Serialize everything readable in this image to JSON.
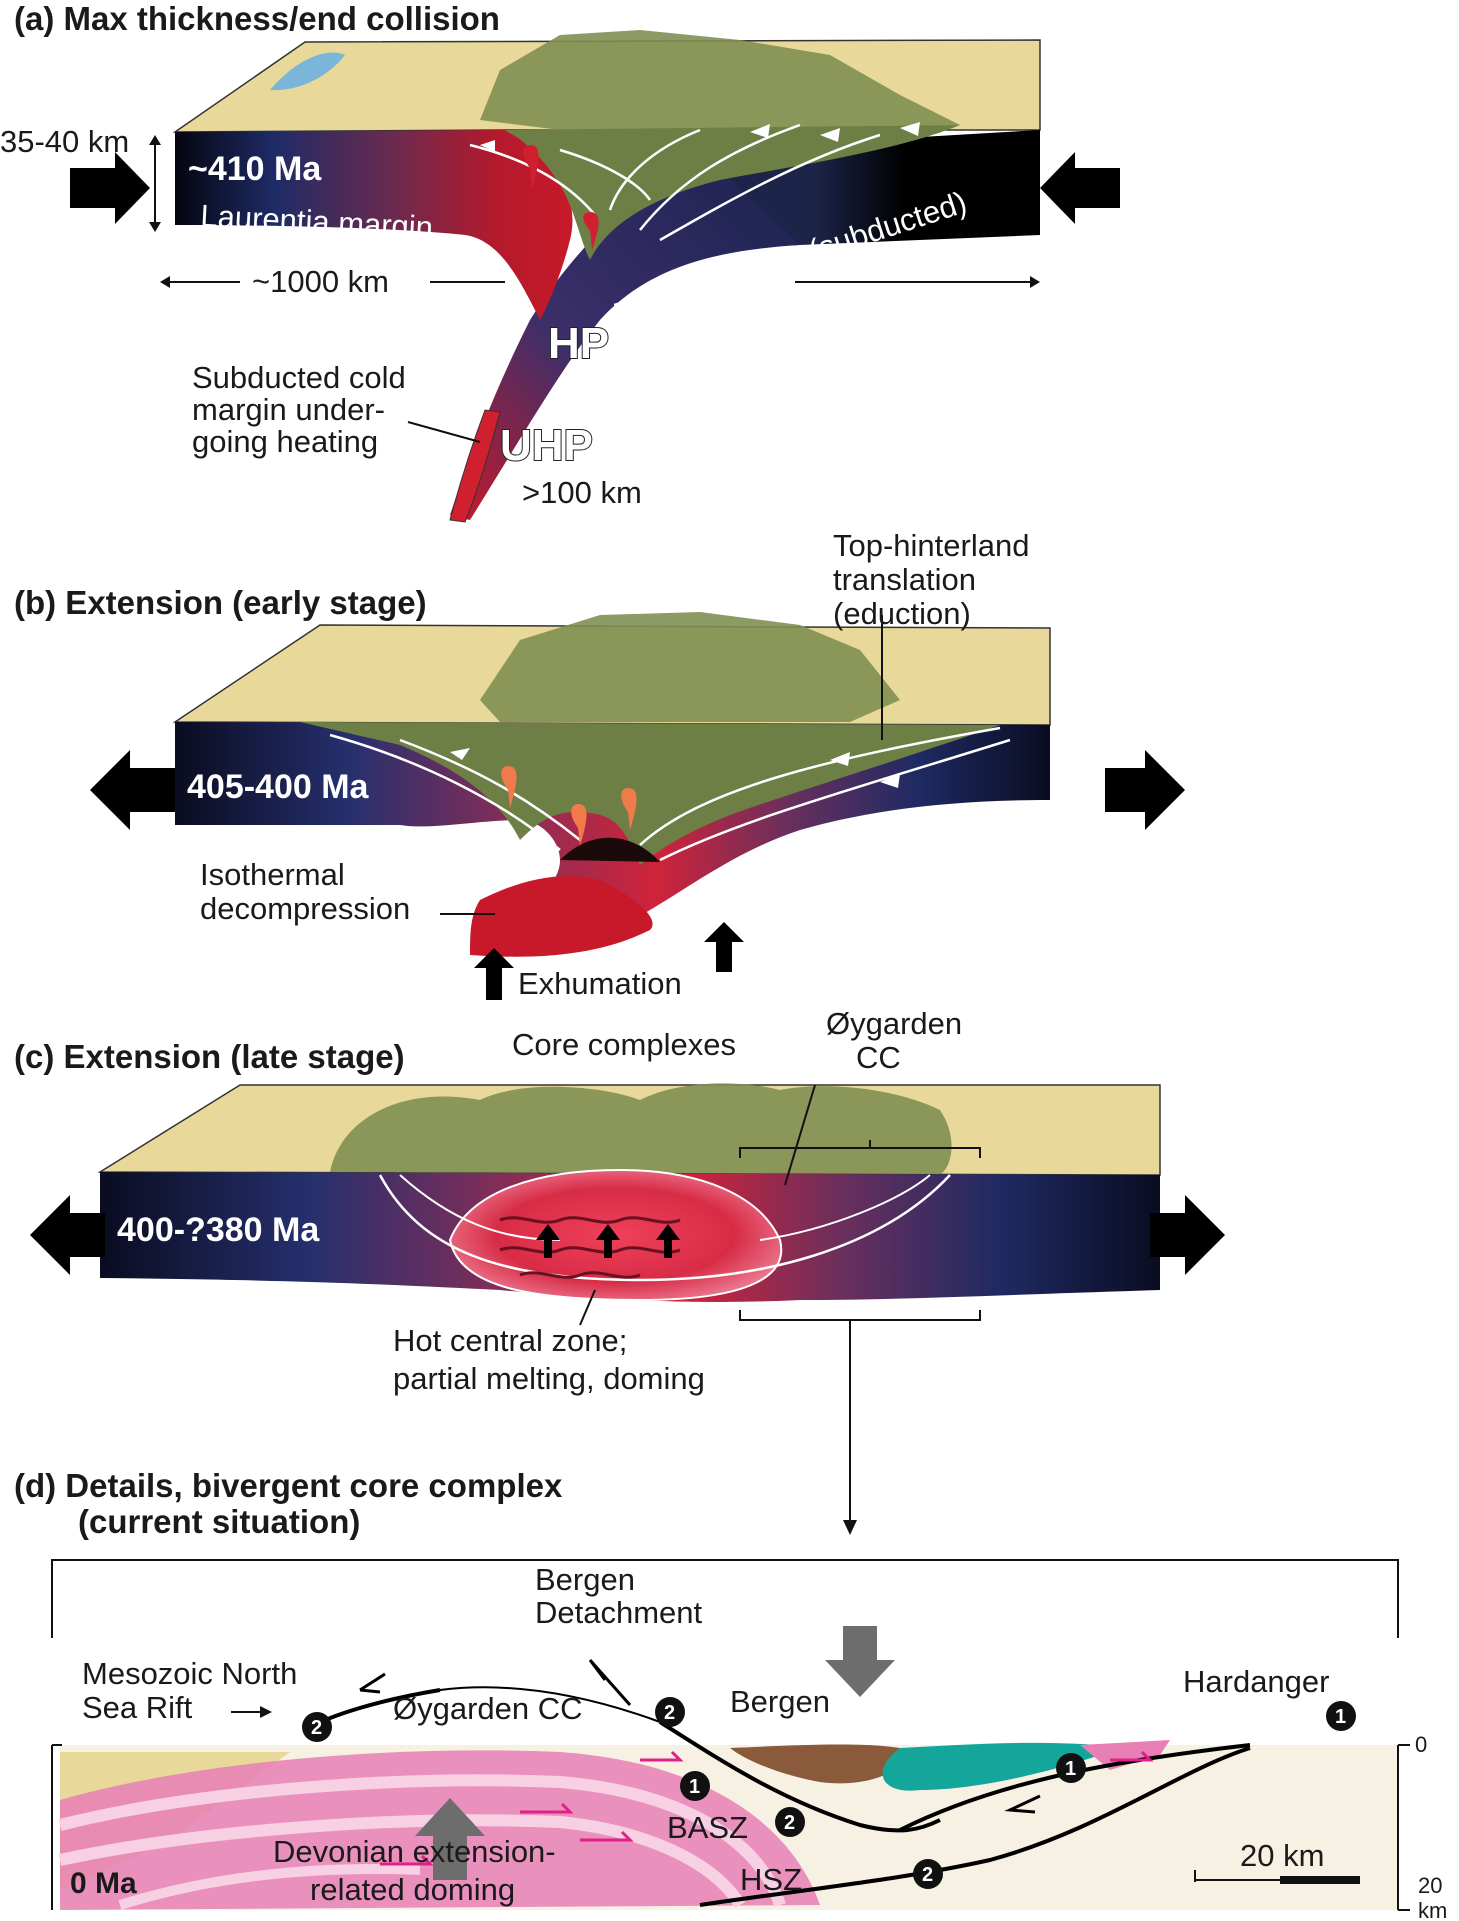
{
  "panel_a": {
    "title": "(a) Max thickness/end collision",
    "thickness": "35-40 km",
    "age": "~410 Ma",
    "laurentia": "Laurentia margin",
    "width": "~1000 km",
    "baltica": "Baltica margin (subducted)",
    "hp": "HP",
    "uhp": "UHP",
    "depth": ">100 km",
    "cold_margin_1": "Subducted cold",
    "cold_margin_2": "margin under-",
    "cold_margin_3": "going heating"
  },
  "panel_b": {
    "title": "(b) Extension (early stage)",
    "top_1": "Top-hinterland",
    "top_2": "translation",
    "top_3": "(eduction)",
    "age": "405-400 Ma",
    "iso_1": "Isothermal",
    "iso_2": "decompression",
    "exhumation": "Exhumation"
  },
  "panel_c": {
    "title": "(c) Extension (late stage)",
    "core": "Core complexes",
    "oyg_1": "Øygarden",
    "oyg_2": "CC",
    "age": "400-?380 Ma",
    "hot_1": "Hot central zone;",
    "hot_2": "partial melting, doming"
  },
  "panel_d": {
    "title_1": "(d) Details, bivergent core complex",
    "title_2": "(current situation)",
    "bergen_det_1": "Bergen",
    "bergen_det_2": "Detachment",
    "meso_1": "Mesozoic North",
    "meso_2": "Sea Rift",
    "oyg_cc": "Øygarden CC",
    "bergen": "Bergen",
    "hardanger": "Hardanger",
    "basz": "BASZ",
    "hsz": "HSZ",
    "zero_ma": "0 Ma",
    "dev_1": "Devonian extension-",
    "dev_2": "related doming",
    "scale": "20 km",
    "depth_0": "0",
    "depth_20a": "20",
    "depth_20b": "km",
    "num_1": "1",
    "num_2": "2"
  },
  "colors": {
    "surface": "#e8d99a",
    "mountains": "#7f8f52",
    "crust_dark": "#1c2448",
    "crust_black": "#000000",
    "hot": "#c8192a",
    "pink": "#e77fb5",
    "cream": "#f6f1e3",
    "teal": "#14a69a",
    "brown": "#8a5a3a"
  }
}
